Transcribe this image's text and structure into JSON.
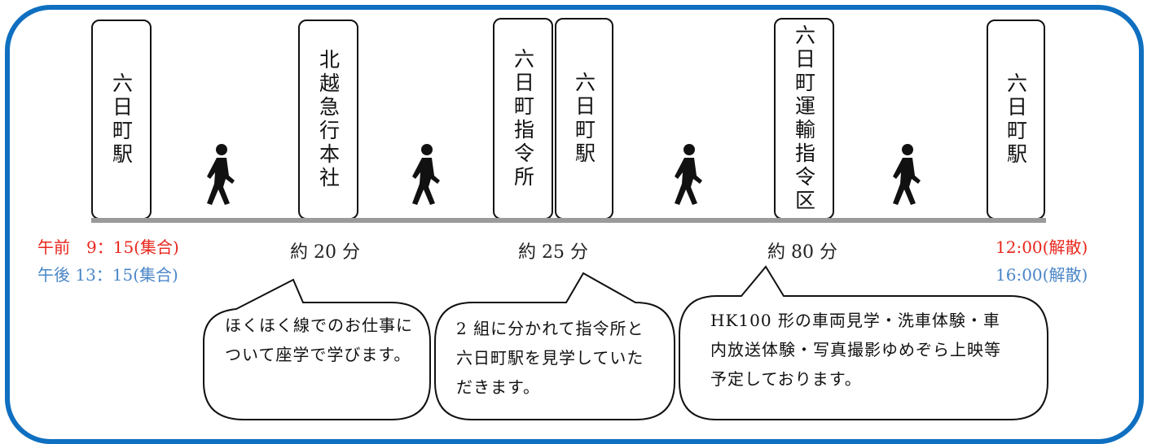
{
  "stops": [
    {
      "label": "六日町駅"
    },
    {
      "label": "北越急行本社"
    },
    {
      "label": "六日町指令所"
    },
    {
      "label": "六日町駅"
    },
    {
      "label": "六日町運輸指令区"
    },
    {
      "label": "六日町駅"
    }
  ],
  "times": {
    "am_start": "午前　9：15(集合)",
    "pm_start": "午後 13：15(集合)",
    "am_end": "12:00(解散)",
    "pm_end": "16:00(解散)"
  },
  "durations": [
    "約 20 分",
    "約 25 分",
    "約 80 分"
  ],
  "bubbles": [
    {
      "text": "ほくほく線でのお仕事について座学で学びます。"
    },
    {
      "text": "2 組に分かれて指令所と六日町駅を見学していただきます。"
    },
    {
      "text": "HK100 形の車両見学・洗車体験・車内放送体験・写真撮影ゆめぞら上映等予定しております。"
    }
  ],
  "colors": {
    "frame": "#0f6fc0",
    "am": "#e8261c",
    "pm": "#4a86c8",
    "ground": "#9a9a9a"
  },
  "icons": [
    "walking-person-icon"
  ]
}
